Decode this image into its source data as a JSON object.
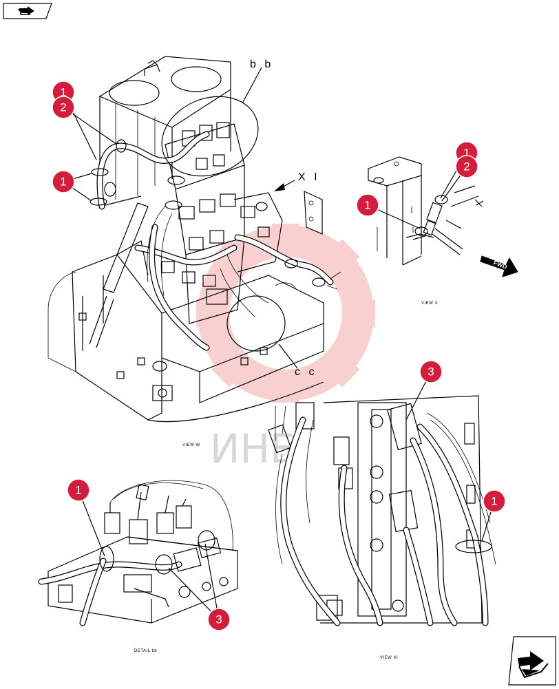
{
  "nav": {
    "prev_icon": "arrow-left-icon",
    "next_icon": "arrow-right-icon"
  },
  "colors": {
    "callout": "#d21e3c",
    "watermark": "#f2b3b3"
  },
  "labels": {
    "bb": "b b",
    "xi": "X I",
    "cc": "c c",
    "fwd": "FWD",
    "view_x": "VIEW X",
    "view_w": "VIEW W",
    "detail_bb": "DETAIL bb",
    "view_xi": "VIEW XI"
  },
  "callouts": [
    "1",
    "2",
    "1",
    "1",
    "2",
    "1",
    "3",
    "1",
    "1",
    "3"
  ],
  "watermark": {
    "text": "ИНЕ"
  }
}
